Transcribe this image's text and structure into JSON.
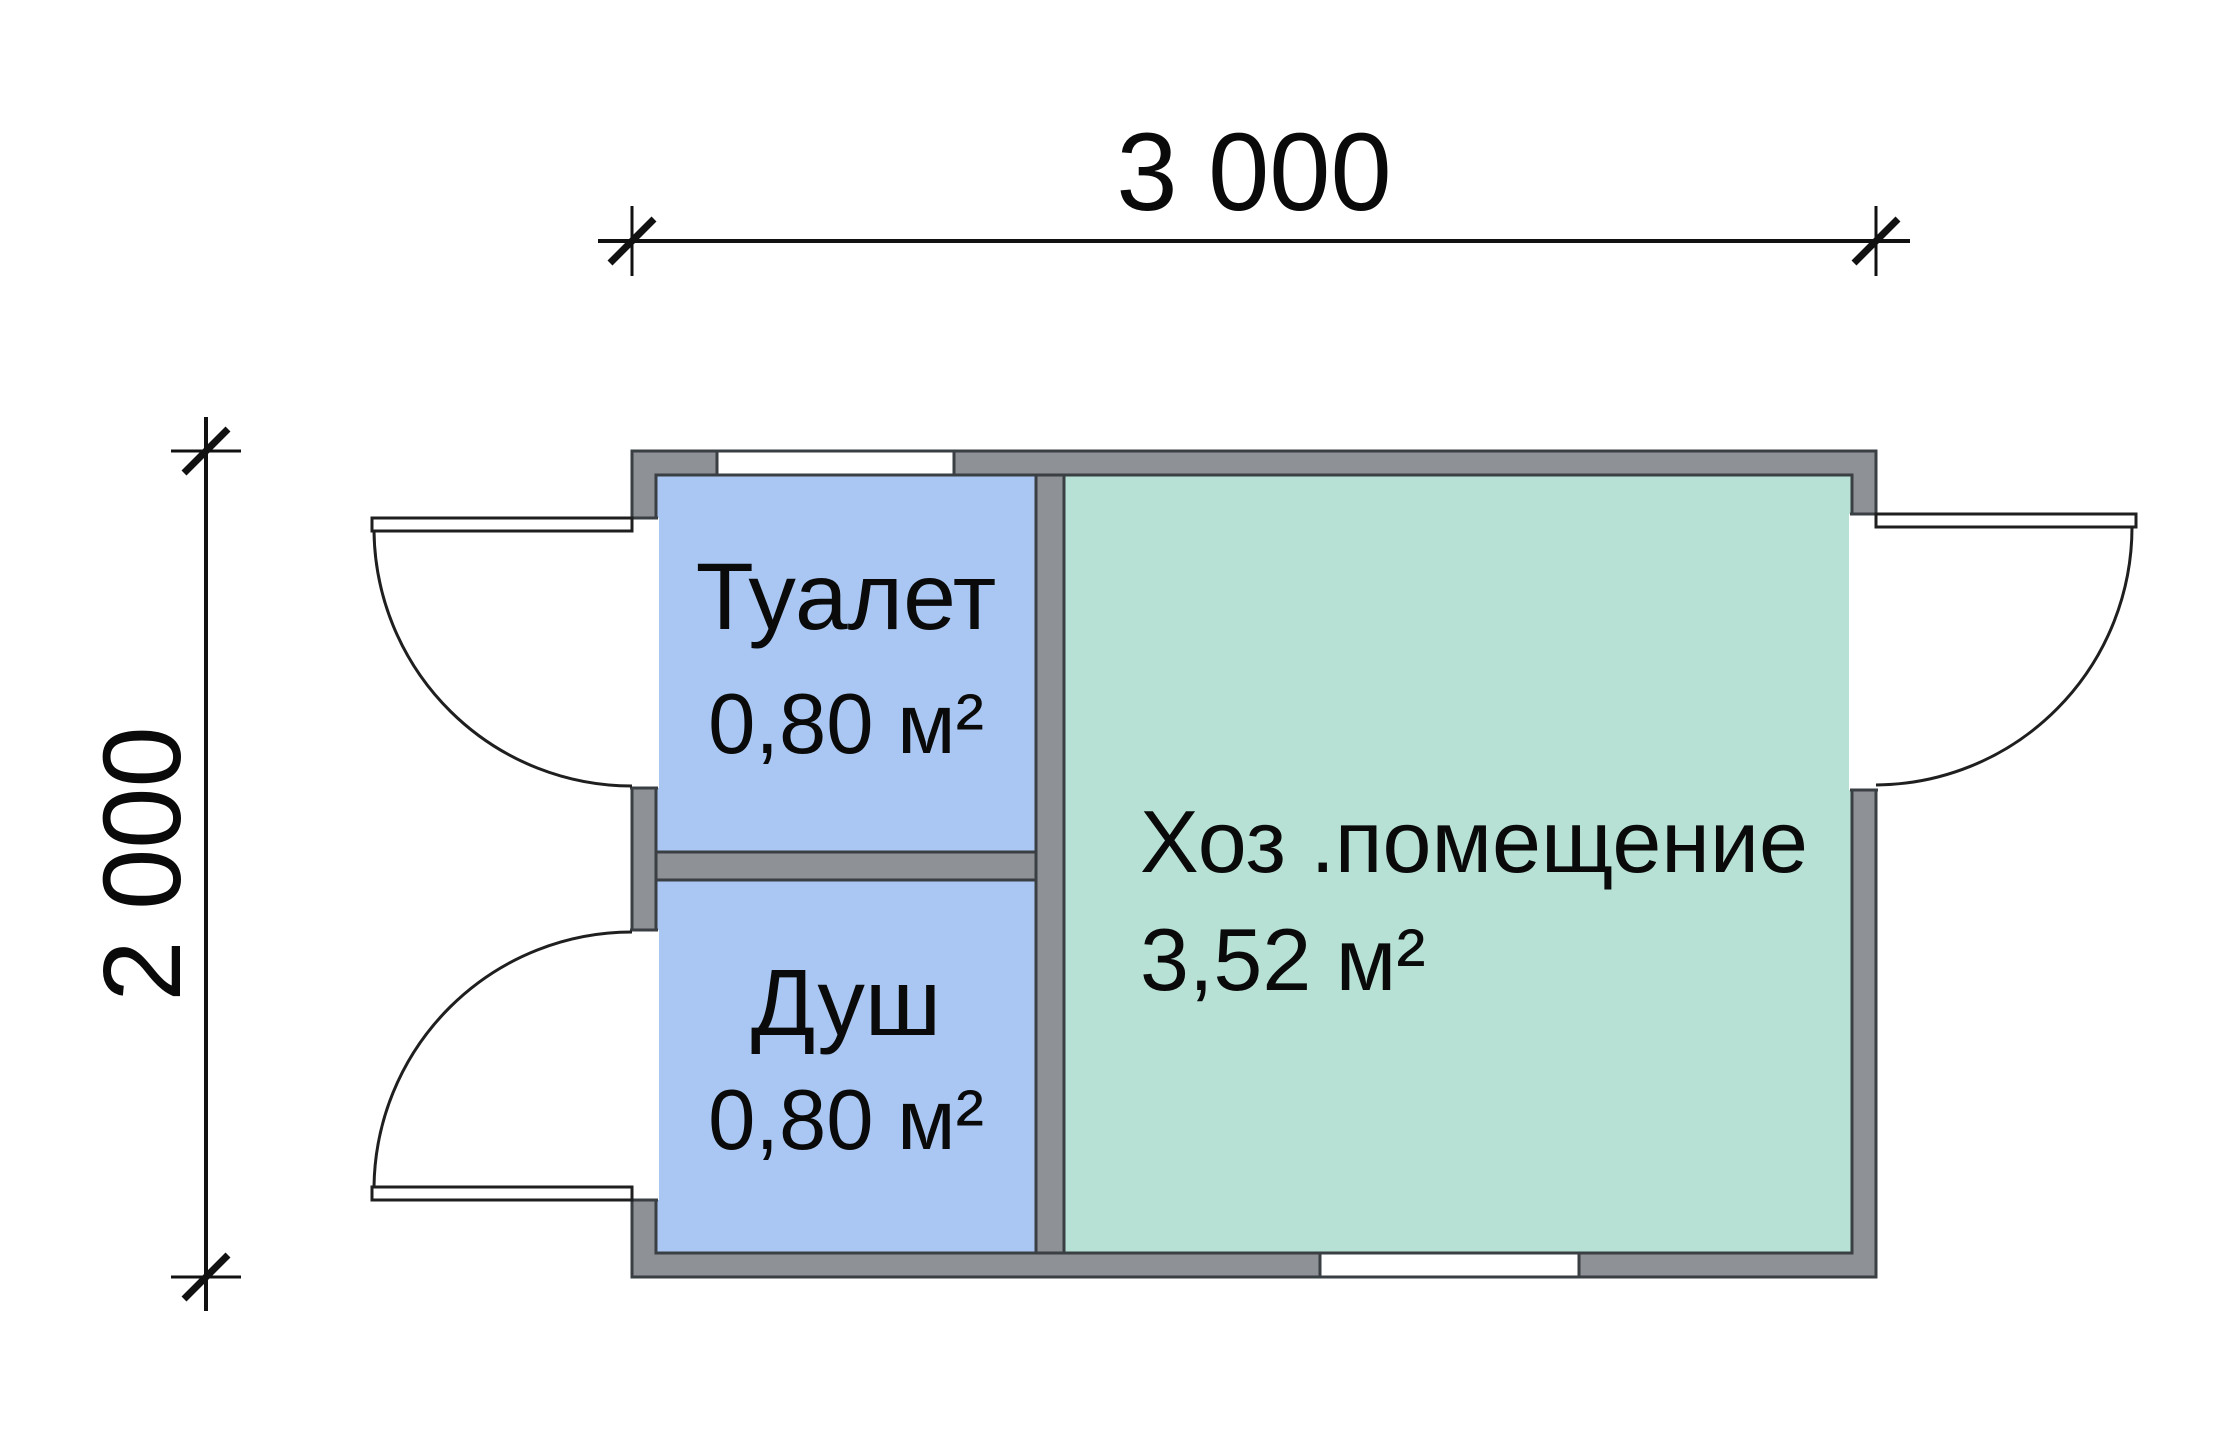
{
  "dimensions": {
    "width_label": "3 000",
    "height_label": "2 000"
  },
  "rooms": [
    {
      "name": "Туалет",
      "area": "0,80 м²"
    },
    {
      "name": "Душ",
      "area": "0,80 м²"
    },
    {
      "name": "Хоз .помещение",
      "area": "3,52 м²"
    }
  ],
  "colors": {
    "wet_room_fill": "#a9c7f2",
    "utility_fill": "#b7e1d5",
    "wall_fill": "#8e9296",
    "wall_outline": "#3a3f43",
    "door_line": "#1f1f1f",
    "dimension_line": "#111111"
  }
}
